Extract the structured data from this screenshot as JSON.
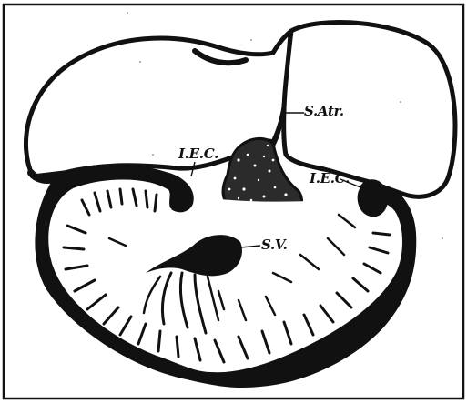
{
  "figure": {
    "labels": {
      "sinus_atrium": "S.Atr.",
      "left_lec": "I.E.C.",
      "right_lec": "I.E.C.",
      "sinus_venosus": "S.V."
    }
  }
}
